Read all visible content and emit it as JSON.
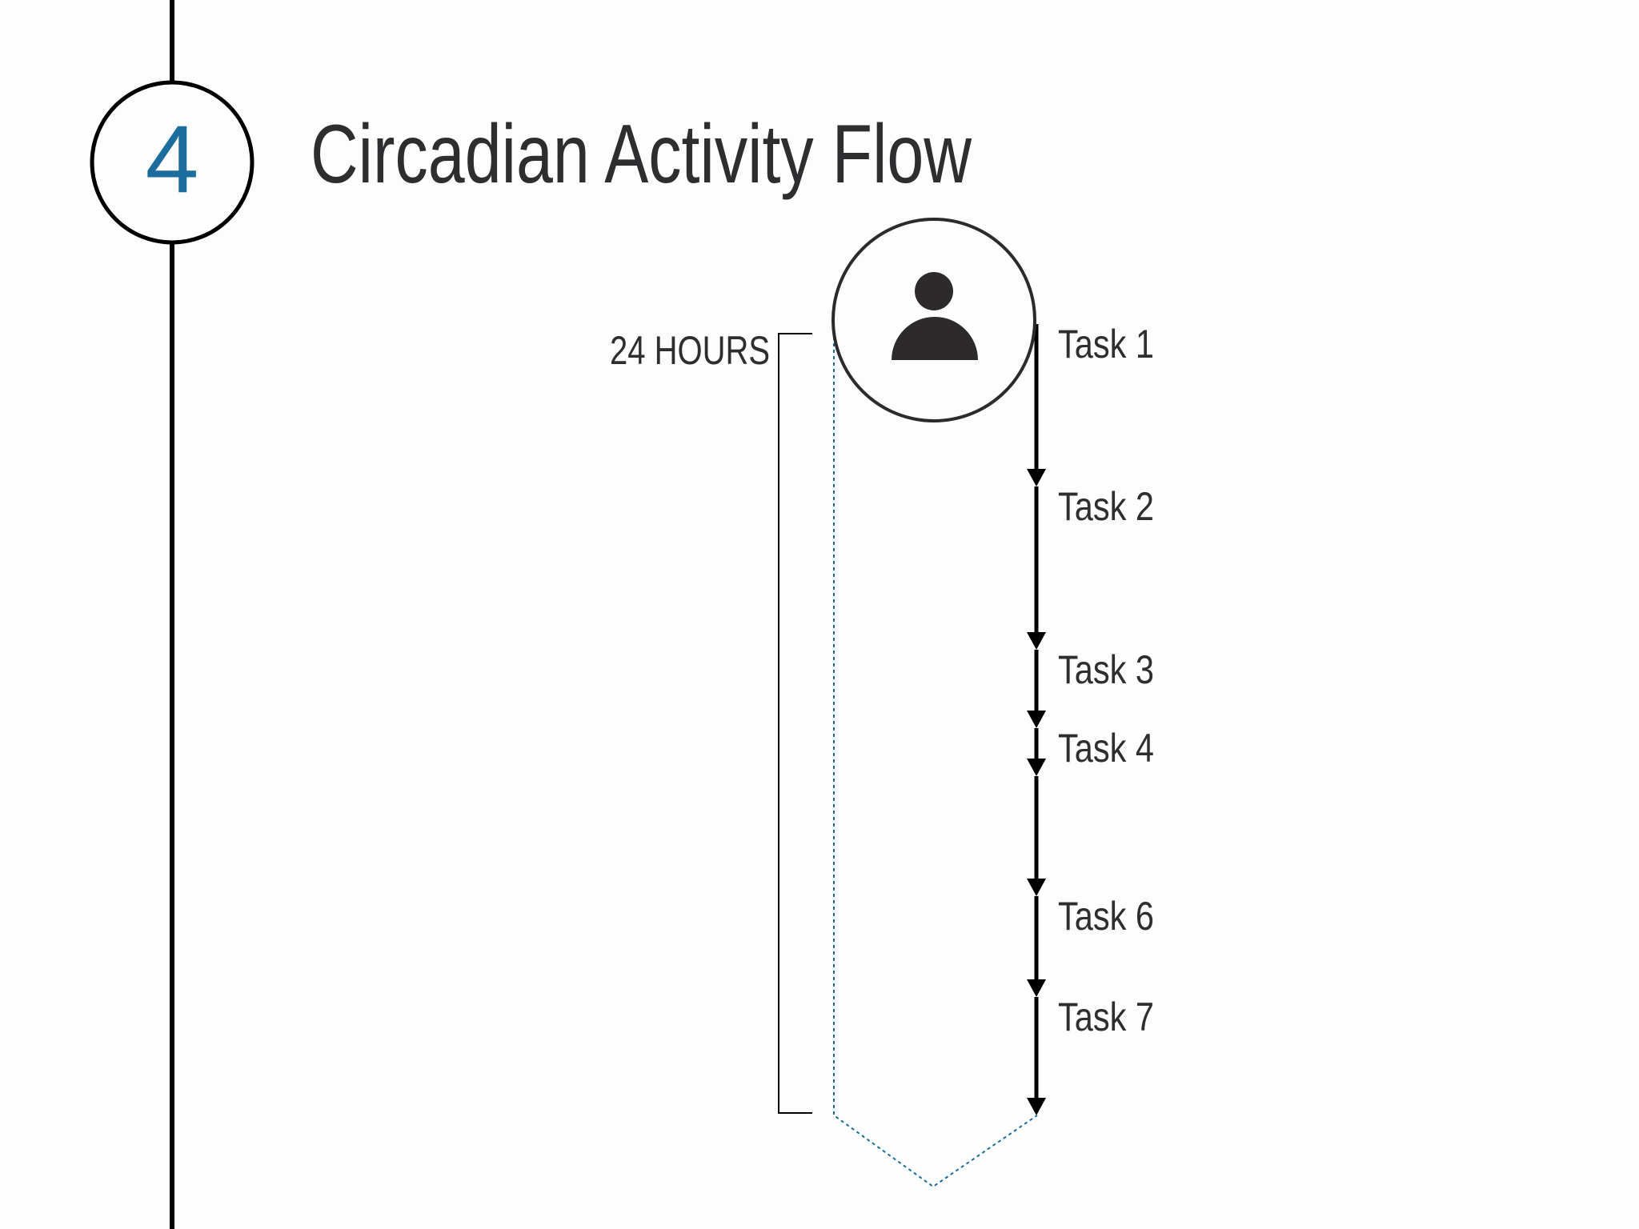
{
  "section": {
    "number": "4",
    "title": "Circadian Activity Flow",
    "number_color": "#1a6d9c"
  },
  "timeline": {
    "duration_label": "24 HOURS",
    "person_icon": "user-icon",
    "tasks": [
      {
        "label": "Task 1"
      },
      {
        "label": "Task 2"
      },
      {
        "label": "Task 3"
      },
      {
        "label": "Task 4"
      },
      {
        "label": ""
      },
      {
        "label": "Task 6"
      },
      {
        "label": "Task 7"
      }
    ]
  },
  "colors": {
    "text": "#2e2e30",
    "line": "#000000",
    "dotted_path": "#1a6d9c",
    "icon": "#2d2a2c"
  }
}
